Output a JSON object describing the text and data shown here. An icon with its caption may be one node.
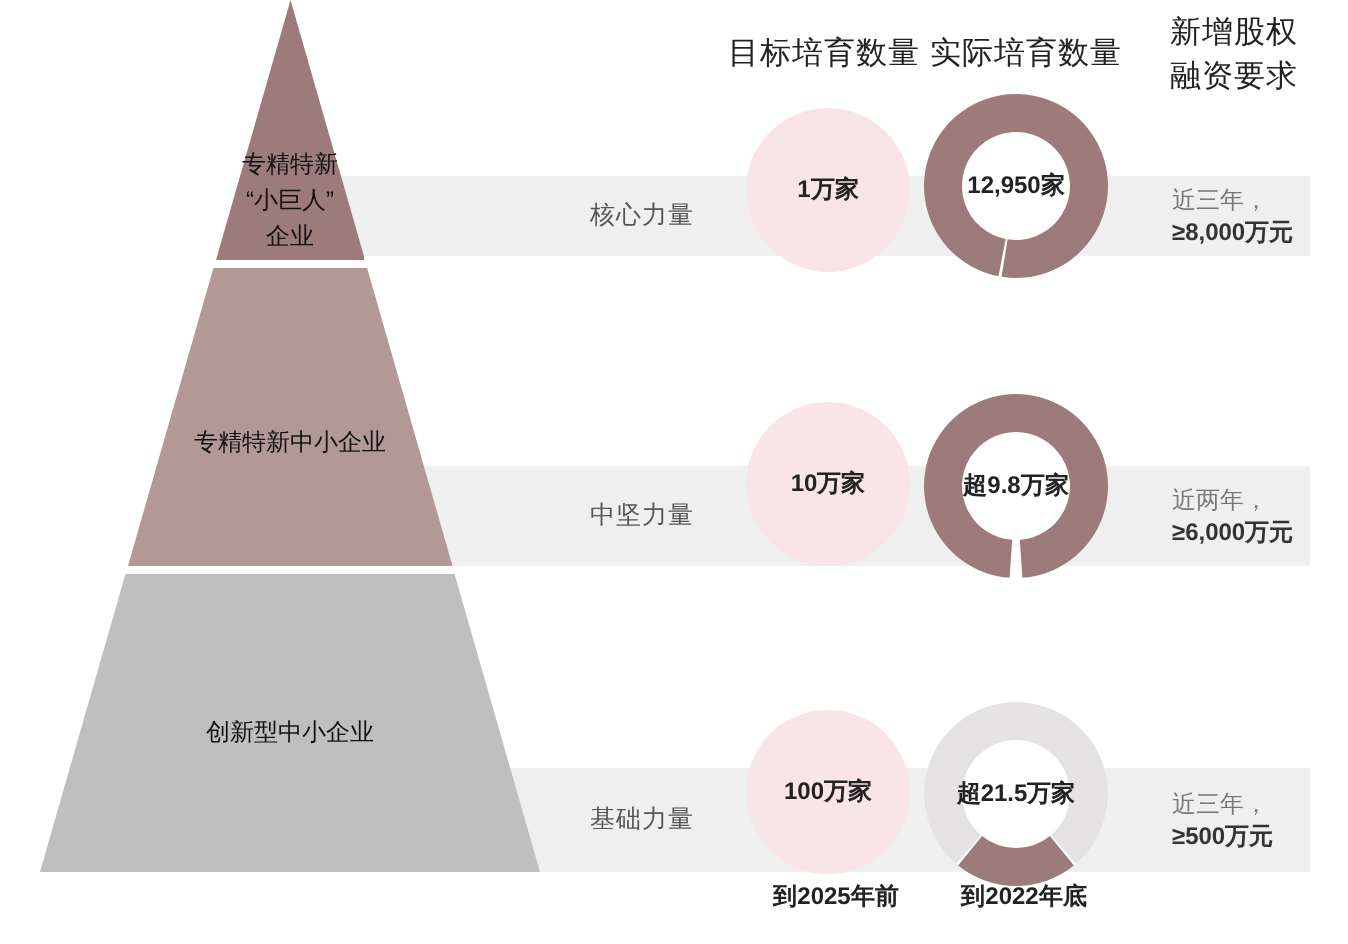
{
  "diagram": {
    "nodes": [
      {
        "text": [
          "专精特新“小巨人”企业"
        ]
      },
      {
        "text": [
          "核心力量",
          "近三年，**≥8,000万元**"
        ]
      },
      {
        "text": [
          "1万家"
        ]
      },
      {
        "text": [
          "12,950家"
        ]
      },
      {
        "text": [
          "专精特新中小企业"
        ]
      },
      {
        "text": [
          "中坚力量",
          "近两年，**≥6,000万元**"
        ]
      },
      {
        "text": [
          "10万家"
        ]
      },
      {
        "text": [
          "超9.8万家"
        ]
      },
      {
        "text": [
          "创新型中小企业"
        ]
      },
      {
        "text": [
          "基础力量",
          "近三年，**≥500万元**"
        ]
      },
      {
        "text": [
          "100万家"
        ]
      },
      {
        "text": [
          "超21.5万家"
        ]
      }
    ],
    "labels": [
      "目标培育数量",
      "实际培育数量",
      "新增股权融资要求",
      "到2025年前",
      "到2022年底"
    ]
  }
}
